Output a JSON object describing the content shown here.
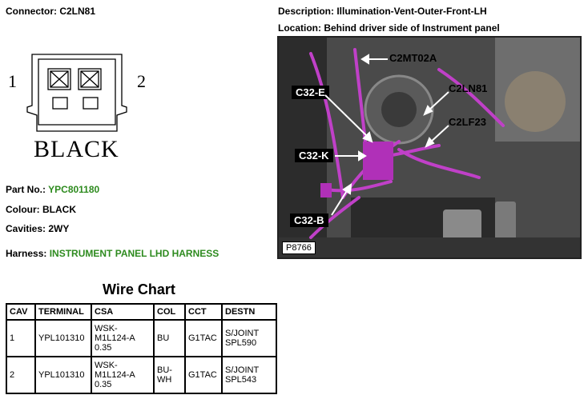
{
  "connector": {
    "label": "Connector: C2LN81"
  },
  "description": {
    "label": "Description: Illumination-Vent-Outer-Front-LH"
  },
  "location": {
    "label": "Location: Behind driver side of Instrument panel"
  },
  "diagram": {
    "pin_left": "1",
    "pin_right": "2",
    "color_text": "BLACK"
  },
  "details": {
    "part_no_label": "Part No.:",
    "part_no_value": "YPC801180",
    "colour_label": "Colour:",
    "colour_value": "BLACK",
    "cavities_label": "Cavities:",
    "cavities_value": "2WY",
    "harness_label": "Harness:",
    "harness_value": "INSTRUMENT PANEL LHD HARNESS"
  },
  "photo": {
    "ref": "P8766",
    "callouts": {
      "c2mt02a": "C2MT02A",
      "c32e": "C32-E",
      "c2ln81": "C2LN81",
      "c2lf23": "C2LF23",
      "c32k": "C32-K",
      "c32b": "C32-B"
    }
  },
  "wire_chart": {
    "title": "Wire Chart",
    "headers": [
      "CAV",
      "TERMINAL",
      "CSA",
      "COL",
      "CCT",
      "DESTN"
    ],
    "rows": [
      {
        "cav": "1",
        "terminal": "YPL101310",
        "csa": "WSK-M1L124-A 0.35",
        "col": "BU",
        "cct": "G1TAC",
        "destn": "S/JOINT SPL590"
      },
      {
        "cav": "2",
        "terminal": "YPL101310",
        "csa": "WSK-M1L124-A 0.35",
        "col": "BU-WH",
        "cct": "G1TAC",
        "destn": "S/JOINT SPL543"
      }
    ]
  },
  "colors": {
    "green_text": "#2e8b1f",
    "harness_magenta": "#c040c8"
  }
}
